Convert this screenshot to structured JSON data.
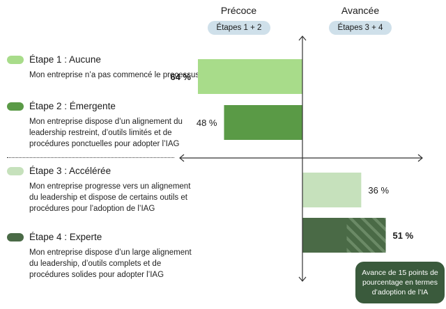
{
  "header": {
    "left_title": "Précoce",
    "left_pill": "Étapes 1 + 2",
    "right_title": "Avancée",
    "right_pill": "Étapes 3 + 4"
  },
  "legend": [
    {
      "title": "Étape 1 : Aucune",
      "desc": "Mon entreprise n’a pas commencé le processus",
      "color": "#a8dc8a"
    },
    {
      "title": "Étape 2 : Émergente",
      "desc": "Mon entreprise dispose d’un alignement du leadership restreint, d’outils limités et de procédures ponctuelles pour adopter l’IAG",
      "color": "#5a9a46"
    },
    {
      "title": "Étape 3 : Accélérée",
      "desc": "Mon entreprise progresse vers un alignement du leadership et dispose de certains outils et procédures pour l’adoption de l’IAG",
      "color": "#c6e1bc"
    },
    {
      "title": "Étape 4 : Experte",
      "desc": "Mon entreprise dispose d’un large alignement du leadership, d’outils complets et de procédures solides pour adopter l’IAG",
      "color": "#4a6a46"
    }
  ],
  "callout": "Avance de 15 points de pourcentage en termes d’adoption de l’IA",
  "chart_data": {
    "type": "bar",
    "orientation": "horizontal-diverging",
    "categories": [
      "Étape 1 : Aucune",
      "Étape 2 : Émergente",
      "Étape 3 : Accélérée",
      "Étape 4 : Experte"
    ],
    "values": [
      64,
      48,
      36,
      51
    ],
    "side": [
      "left",
      "left",
      "right",
      "right"
    ],
    "labels": [
      "64 %",
      "48 %",
      "36 %",
      "51 %"
    ],
    "label_bold": [
      true,
      false,
      false,
      true
    ],
    "colors": [
      "#a8dc8a",
      "#5a9a46",
      "#c6e1bc",
      "#4a6a46"
    ],
    "hatched": [
      false,
      false,
      false,
      true
    ]
  }
}
